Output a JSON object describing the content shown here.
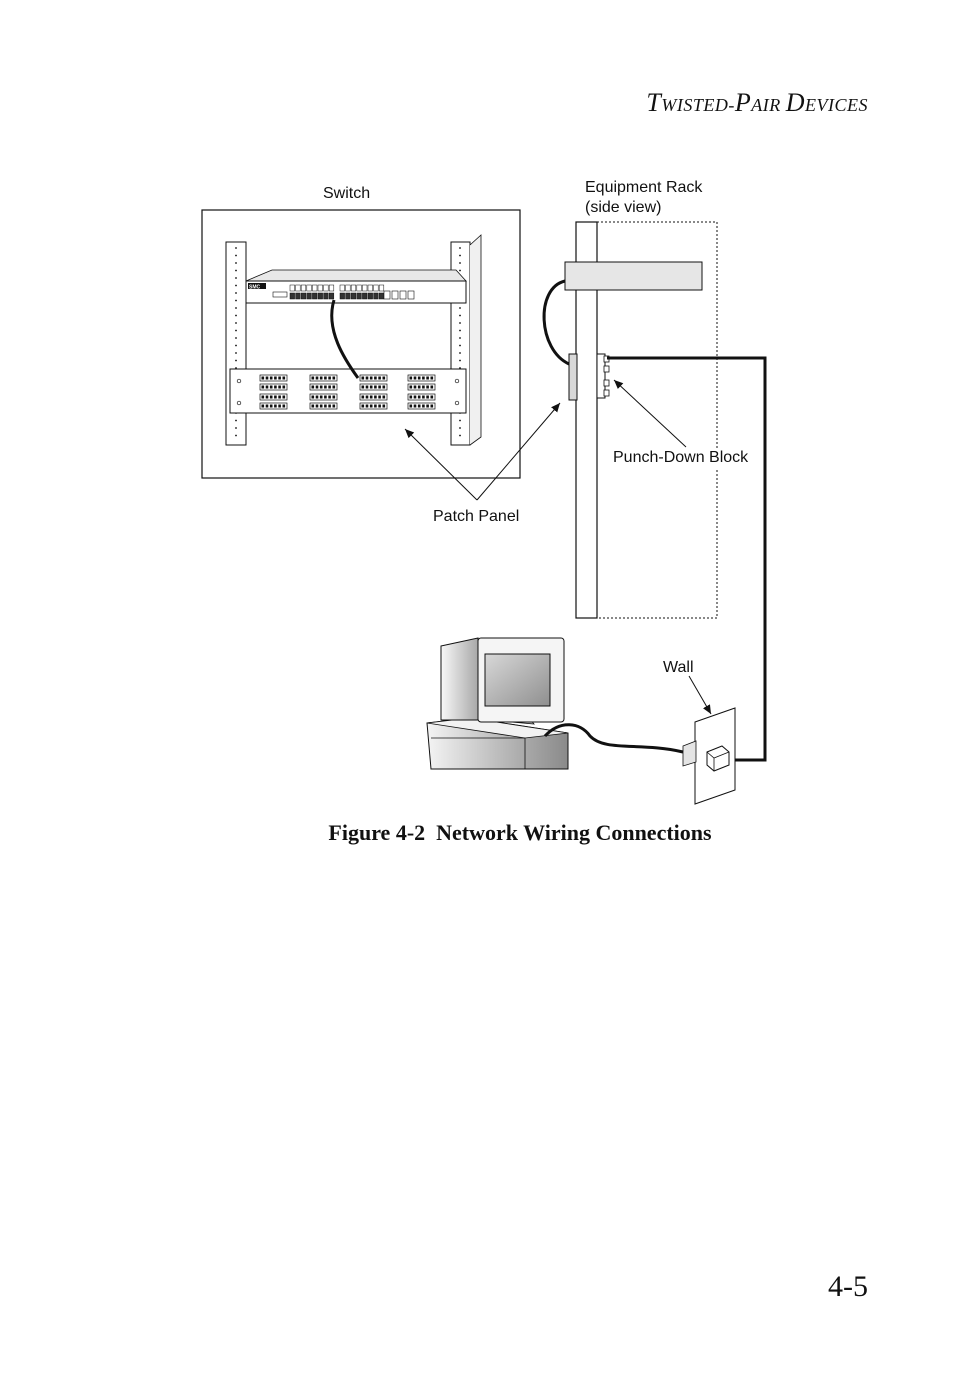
{
  "header": {
    "running_title": "Twisted-Pair Devices",
    "parts": [
      "T",
      "wisted-",
      "P",
      "air ",
      "D",
      "evices"
    ]
  },
  "diagram": {
    "labels": {
      "switch": "Switch",
      "equipment_rack_line1": "Equipment Rack",
      "equipment_rack_line2": "(side view)",
      "punch_down_block": "Punch-Down Block",
      "patch_panel": "Patch Panel",
      "wall": "Wall"
    },
    "switch_brand": "SMC"
  },
  "caption": "Figure 4-2  Network Wiring Connections",
  "page_number": "4-5"
}
